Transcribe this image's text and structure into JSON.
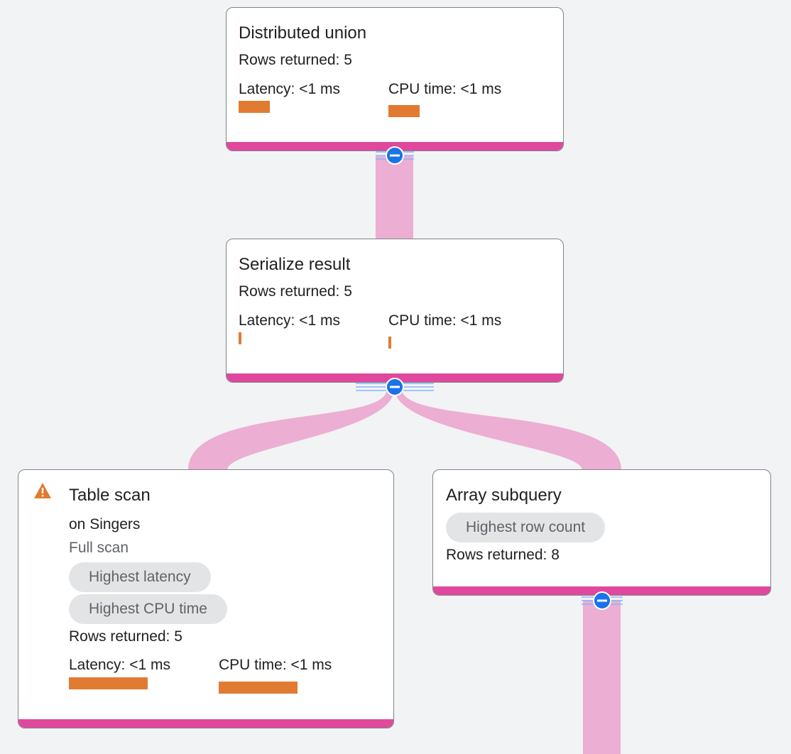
{
  "colors": {
    "background": "#f1f3f4",
    "node_border": "#80868b",
    "node_strip": "#e0489d",
    "connector": "#ecaed2",
    "metric_bar": "#e07b31",
    "chip_bg": "#e3e4e6",
    "collapse_button": "#1a73e8",
    "warning": "#e07b31"
  },
  "nodes": [
    {
      "title": "Distributed union",
      "rows": "Rows returned: 5",
      "latency": "Latency: <1 ms",
      "cpu": "CPU time: <1 ms",
      "latency_bar_fraction": 0.2,
      "cpu_bar_fraction": 0.2
    },
    {
      "title": "Serialize result",
      "rows": "Rows returned: 5",
      "latency": "Latency: <1 ms",
      "cpu": "CPU time: <1 ms",
      "latency_bar_fraction": 0.02,
      "cpu_bar_fraction": 0.02
    },
    {
      "title": "Table scan",
      "icon": "warning-icon",
      "subtitle": "on Singers",
      "scan_type": "Full scan",
      "chips": [
        "Highest latency",
        "Highest CPU time"
      ],
      "rows": "Rows returned: 5",
      "latency": "Latency: <1 ms",
      "cpu": "CPU time: <1 ms",
      "latency_bar_fraction": 0.5,
      "cpu_bar_fraction": 0.5
    },
    {
      "title": "Array subquery",
      "chips": [
        "Highest row count"
      ],
      "rows": "Rows returned: 8"
    }
  ]
}
